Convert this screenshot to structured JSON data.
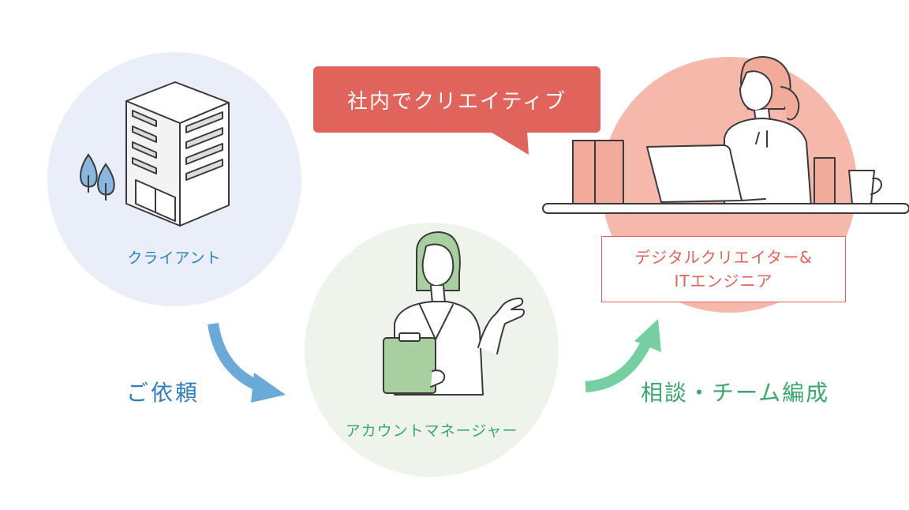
{
  "colors": {
    "client_circle": "#e9eef8",
    "manager_circle": "#eef4ec",
    "creator_circle": "#f5b8aa",
    "blue_text": "#2f7fc0",
    "blue_arrow": "#6aa9d8",
    "green_text": "#3aa76d",
    "green_arrow": "#76cfa2",
    "red": "#e0635c",
    "line": "#3a3a3a"
  },
  "client": {
    "label": "クライアント",
    "icon": "office-building-icon"
  },
  "manager": {
    "label": "アカウントマネージャー",
    "icon": "manager-with-clipboard-icon"
  },
  "creator": {
    "line1": "デジタルクリエイター&",
    "line2": "ITエンジニア",
    "icon": "creator-at-laptop-icon"
  },
  "bubble": {
    "text": "社内でクリエイティブ"
  },
  "arrows": {
    "request": "ご依頼",
    "consult": "相談・チーム編成"
  }
}
